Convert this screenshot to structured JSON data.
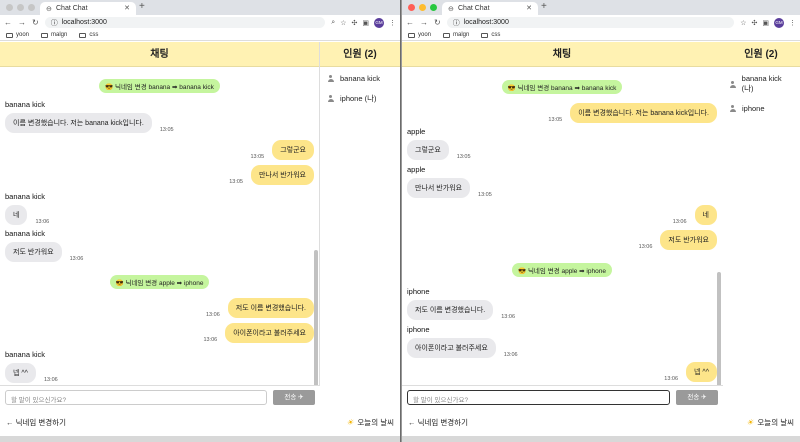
{
  "browser": {
    "tab_title": "Chat Chat",
    "url": "localhost:3000",
    "bookmarks": [
      "yoon",
      "malgn",
      "css"
    ],
    "profile": "GM"
  },
  "app": {
    "chat_header": "채팅",
    "users_header": "인원 (2)",
    "input_placeholder": "할 말이 있으신가요?",
    "send_label": "전송 ✈",
    "footer_left": "← 닉네임 변경하기",
    "footer_right": "오늘의 날씨"
  },
  "left_window": {
    "users": [
      "banana kick",
      "iphone (나)"
    ],
    "messages": [
      {
        "type": "system",
        "text": "😎 닉네임 변경 banana ➡ banana kick"
      },
      {
        "type": "other",
        "name": "banana kick",
        "text": "이름 변경했습니다. 저는 banana kick입니다.",
        "time": "13:05"
      },
      {
        "type": "mine",
        "text": "그렇군요",
        "time": "13:05"
      },
      {
        "type": "mine",
        "text": "만나서 반가워요",
        "time": "13:05"
      },
      {
        "type": "other",
        "name": "banana kick",
        "text": "네",
        "time": "13:06"
      },
      {
        "type": "other",
        "name": "banana kick",
        "text": "저도 반가워요",
        "time": "13:06"
      },
      {
        "type": "system",
        "text": "😎 닉네임 변경 apple ➡ iphone"
      },
      {
        "type": "mine",
        "text": "저도 이름 변경했습니다.",
        "time": "13:06"
      },
      {
        "type": "mine",
        "text": "아이폰이라고 불러주세요",
        "time": "13:06"
      },
      {
        "type": "other",
        "name": "banana kick",
        "text": "넵 ^^",
        "time": "13:06"
      }
    ]
  },
  "right_window": {
    "users": [
      "banana kick (나)",
      "iphone"
    ],
    "messages": [
      {
        "type": "system",
        "text": "😎 닉네임 변경 banana ➡ banana kick"
      },
      {
        "type": "mine",
        "text": "이름 변경했습니다. 저는 banana kick입니다.",
        "time": "13:05"
      },
      {
        "type": "other",
        "name": "apple",
        "text": "그렇군요",
        "time": "13:05"
      },
      {
        "type": "other",
        "name": "apple",
        "text": "만나서 반가워요",
        "time": "13:05"
      },
      {
        "type": "mine",
        "text": "네",
        "time": "13:06"
      },
      {
        "type": "mine",
        "text": "저도 반가워요",
        "time": "13:06"
      },
      {
        "type": "system",
        "text": "😎 닉네임 변경 apple ➡ iphone"
      },
      {
        "type": "other",
        "name": "iphone",
        "text": "저도 이름 변경했습니다.",
        "time": "13:06"
      },
      {
        "type": "other",
        "name": "iphone",
        "text": "아이폰이라고 불러주세요",
        "time": "13:06"
      },
      {
        "type": "mine",
        "text": "넵 ^^",
        "time": "13:06"
      }
    ]
  }
}
